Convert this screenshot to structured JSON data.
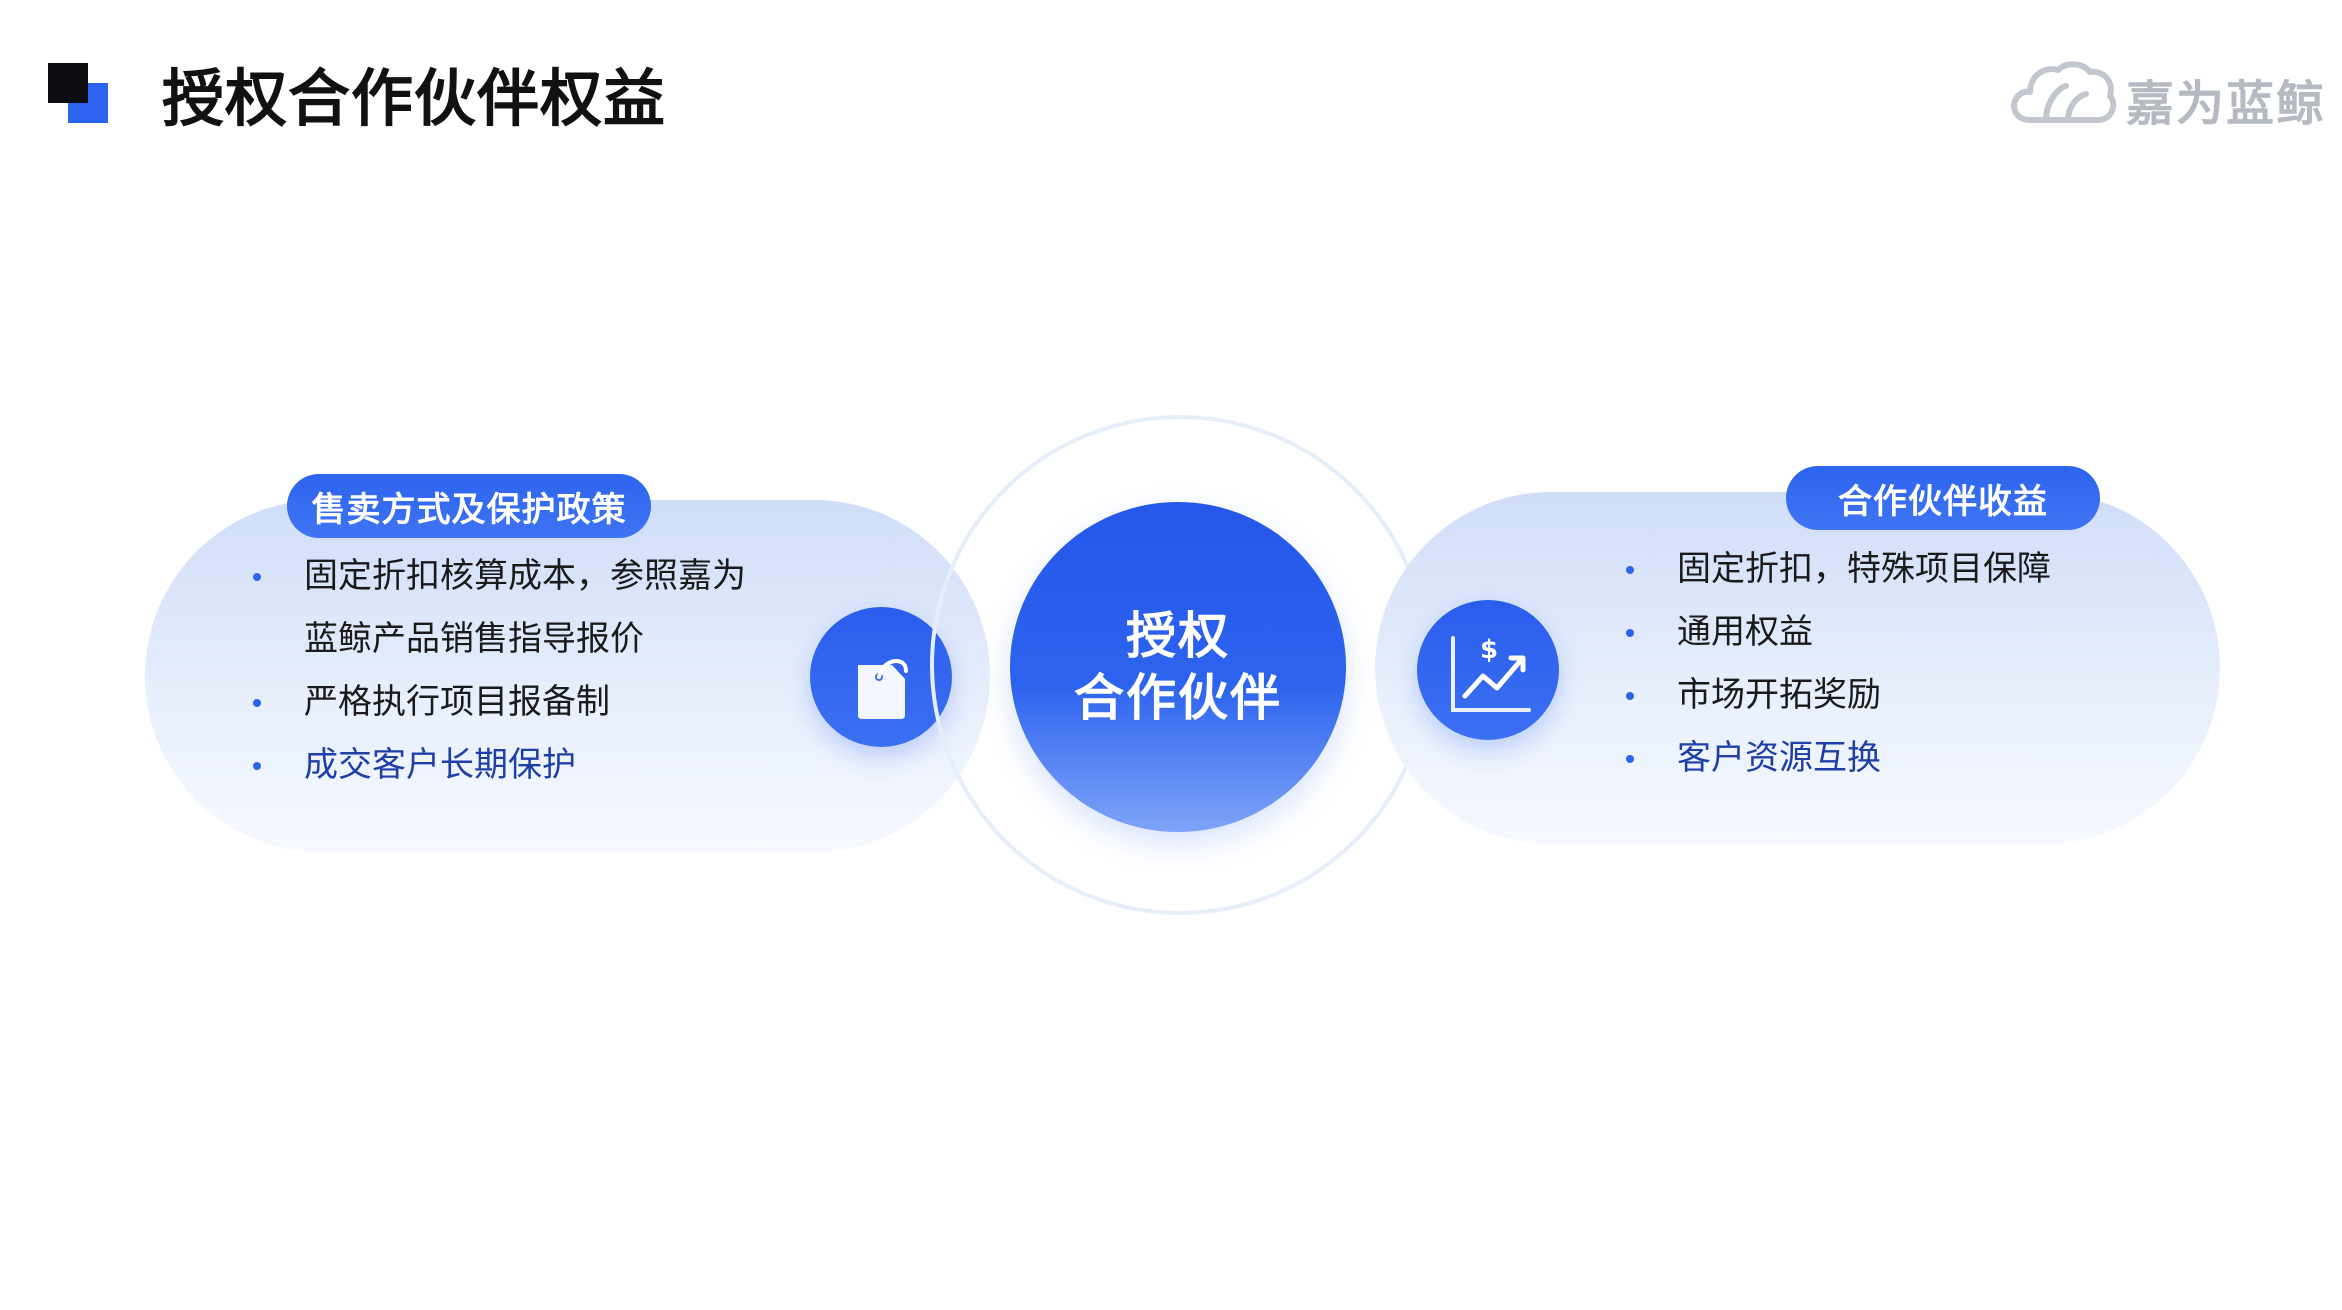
{
  "header": {
    "title": "授权合作伙伴权益",
    "logo_text": "嘉为蓝鲸"
  },
  "center": {
    "line1": "授权",
    "line2": "合作伙伴"
  },
  "left_panel": {
    "pill": "售卖方式及保护政策",
    "icon": "price-tag-icon",
    "items": [
      "固定折扣核算成本，参照嘉为",
      "蓝鲸产品销售指导报价",
      "严格执行项目报备制",
      "成交客户长期保护"
    ]
  },
  "right_panel": {
    "pill": "合作伙伴收益",
    "icon": "revenue-chart-icon",
    "items": [
      "固定折扣，特殊项目保障",
      "通用权益",
      "市场开拓奖励",
      "客户资源互换"
    ]
  },
  "colors": {
    "accent": "#2b63f0",
    "accent_text": "#1e3fa8",
    "panel_light": "#e9f0fd",
    "logo_gray": "#b5b9c2"
  }
}
